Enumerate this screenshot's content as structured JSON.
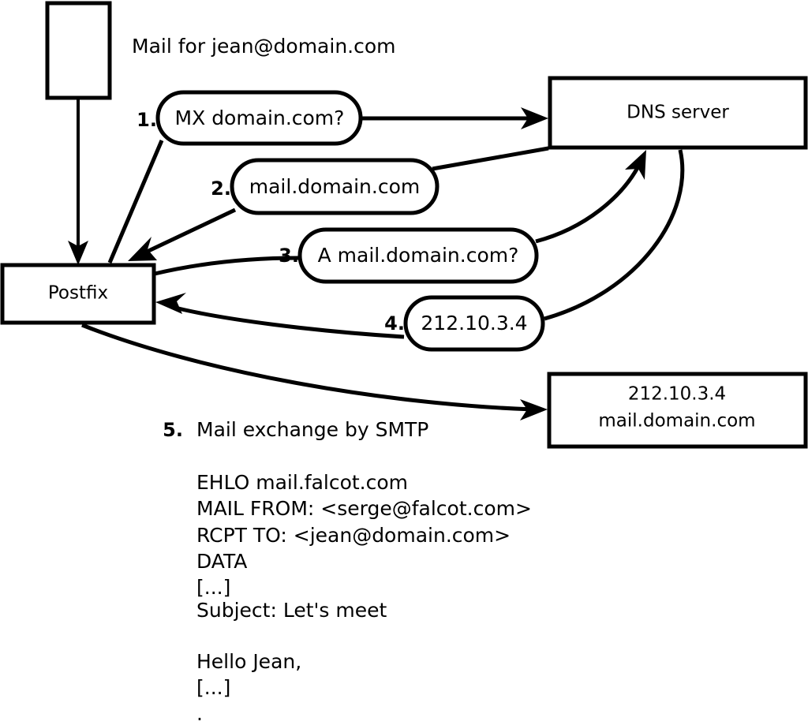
{
  "diagram": {
    "title_text": "Mail for jean@domain.com",
    "nodes": {
      "client_box": {
        "label": ""
      },
      "postfix": {
        "label": "Postfix"
      },
      "dns_server": {
        "label": "DNS server"
      },
      "mail_server": {
        "line1": "212.10.3.4",
        "line2": "mail.domain.com"
      }
    },
    "steps": [
      {
        "num": "1.",
        "label": "MX domain.com?"
      },
      {
        "num": "2.",
        "label": "mail.domain.com"
      },
      {
        "num": "3.",
        "label": "A mail.domain.com?"
      },
      {
        "num": "4.",
        "label": "212.10.3.4"
      },
      {
        "num": "5.",
        "label": "Mail exchange by SMTP"
      }
    ],
    "smtp_transcript": [
      "EHLO mail.falcot.com",
      "MAIL FROM: <serge@falcot.com>",
      "RCPT TO: <jean@domain.com>",
      "DATA",
      "[...]",
      "Subject: Let's meet",
      "",
      "Hello Jean,",
      "[...]",
      "."
    ],
    "colors": {
      "stroke": "#000000",
      "fill": "#ffffff",
      "text": "#000000"
    }
  }
}
